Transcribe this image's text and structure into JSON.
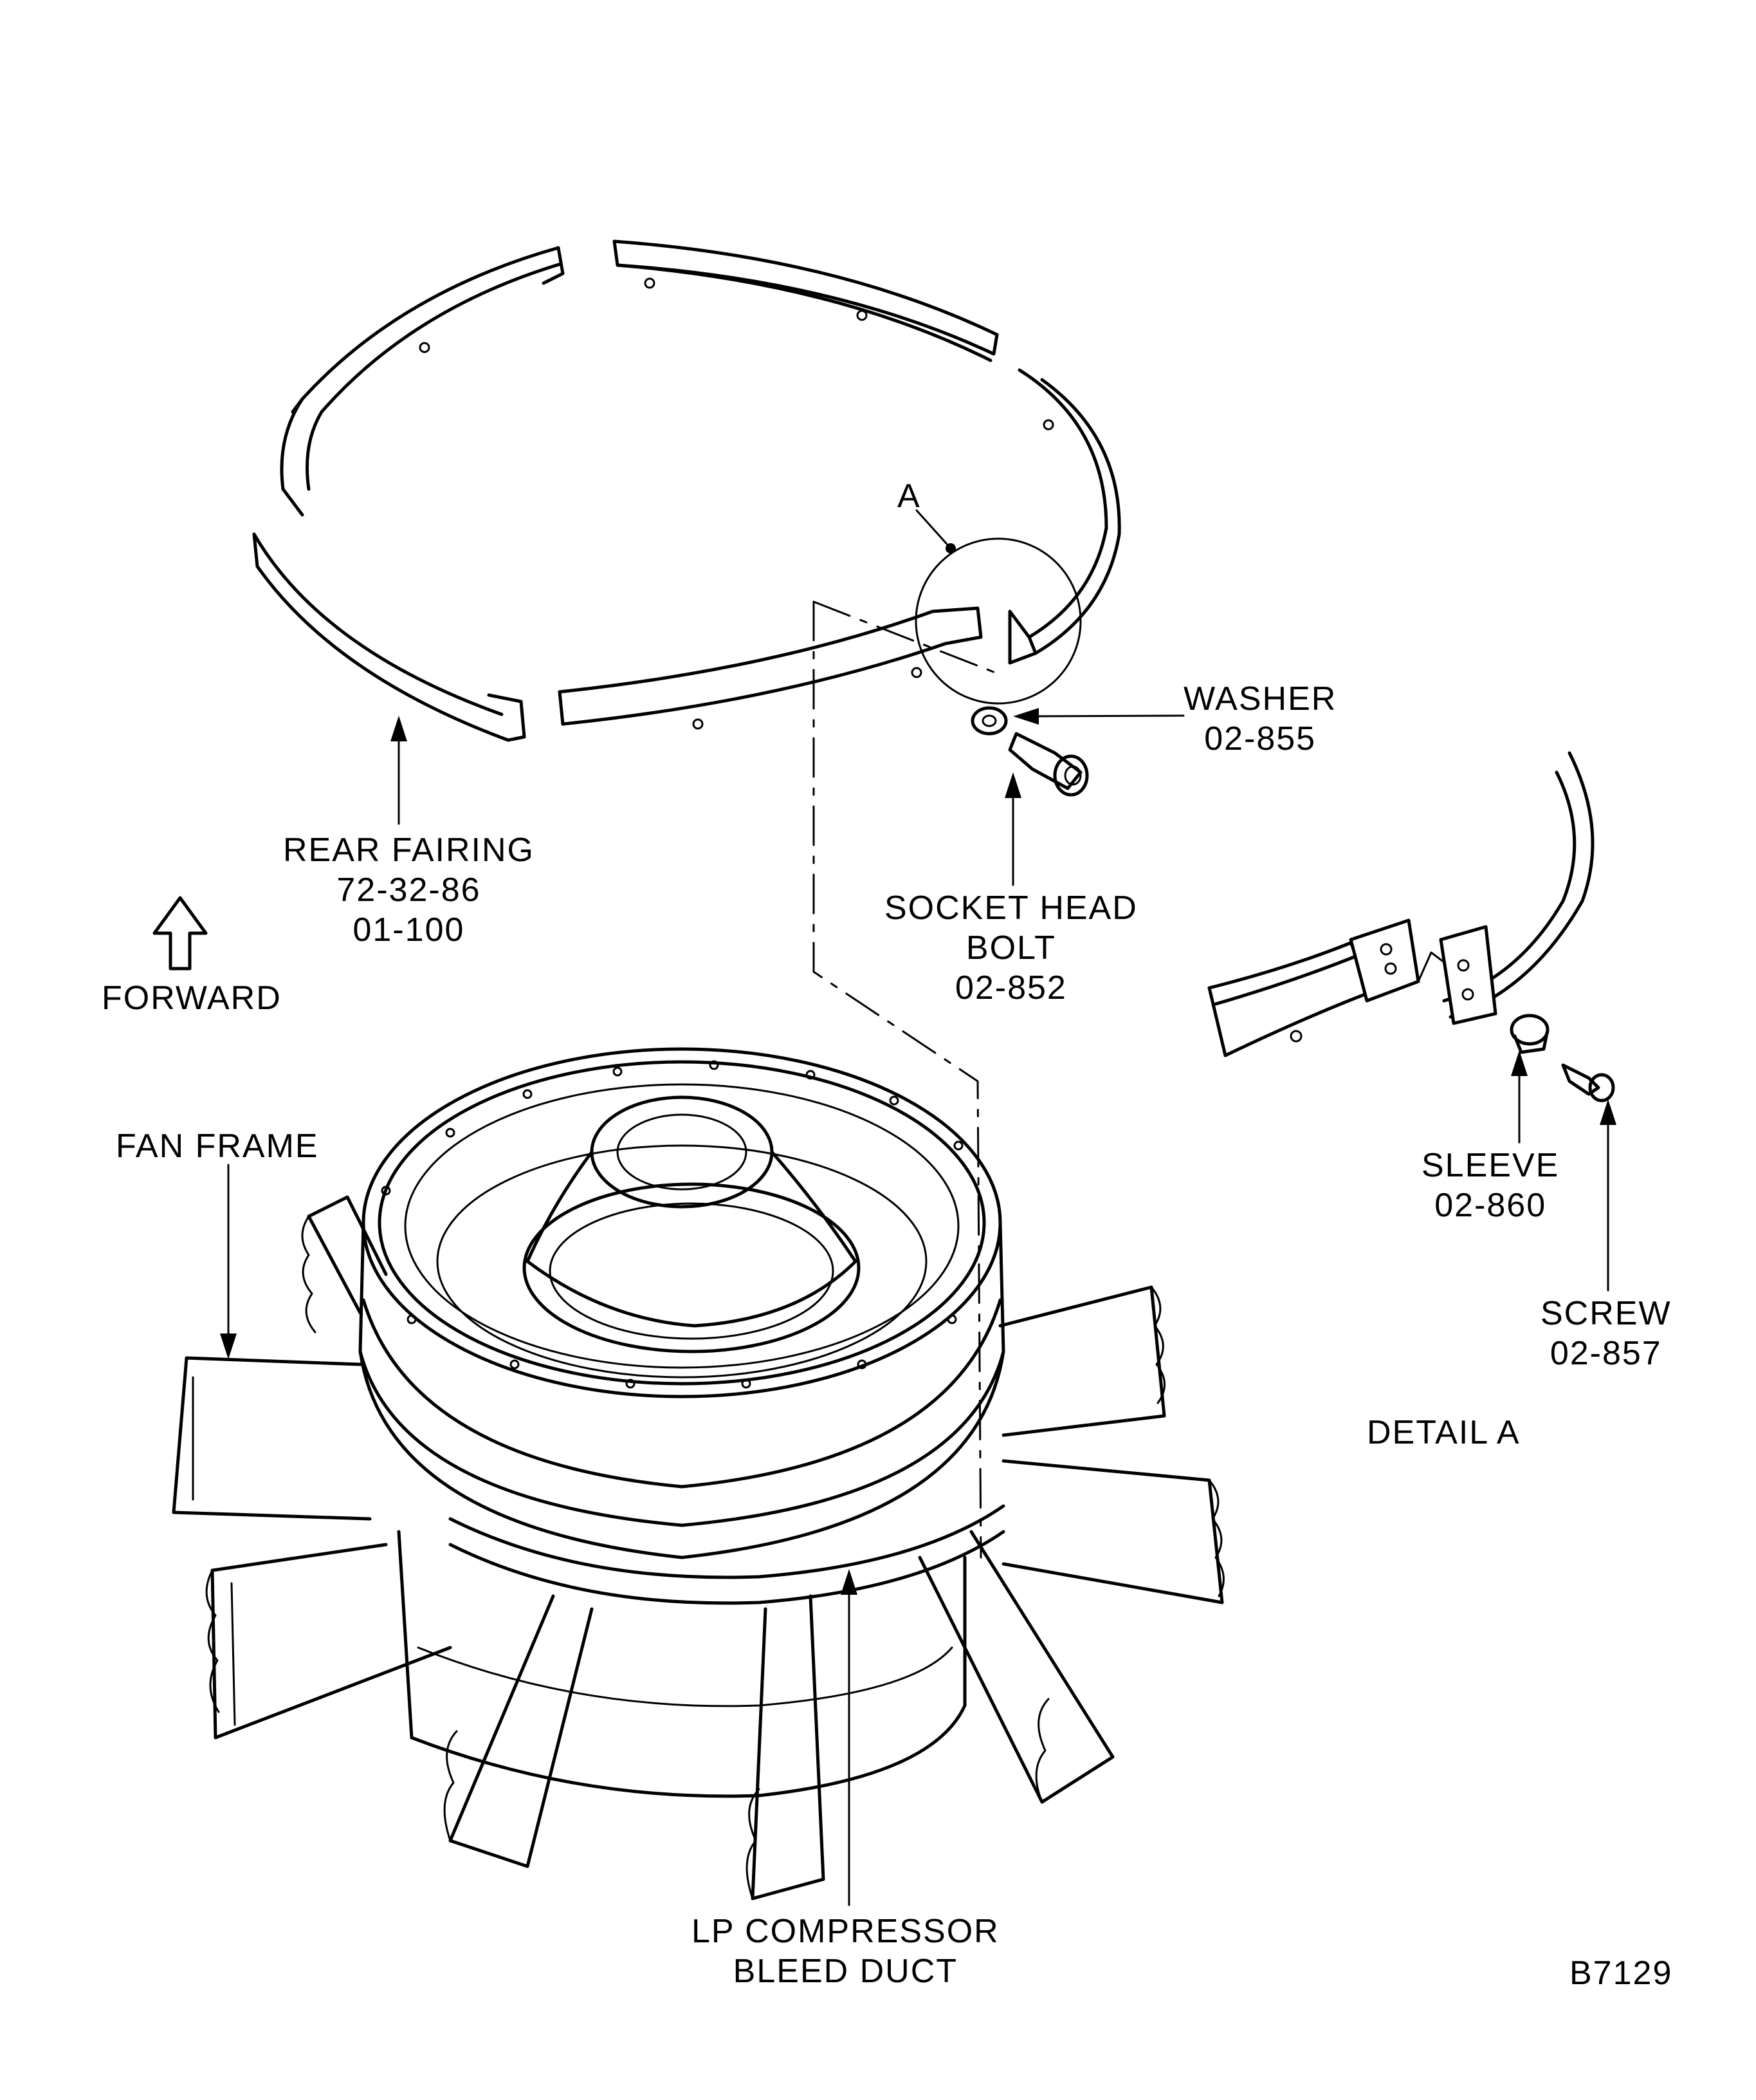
{
  "labels": {
    "detail_ref": "A",
    "washer": [
      "WASHER",
      "02-855"
    ],
    "rear_fairing": [
      "REAR FAIRING",
      "72-32-86",
      "01-100"
    ],
    "socket_head_bolt": [
      "SOCKET HEAD",
      "BOLT",
      "02-852"
    ],
    "forward": "FORWARD",
    "fan_frame": "FAN FRAME",
    "sleeve": [
      "SLEEVE",
      "02-860"
    ],
    "screw": [
      "SCREW",
      "02-857"
    ],
    "detail_title": "DETAIL A",
    "lp_compressor_bleed_duct": [
      "LP COMPRESSOR",
      "BLEED DUCT"
    ],
    "figure_number": "B7129"
  },
  "colors": {
    "ink": "#000000",
    "paper": "#ffffff"
  }
}
